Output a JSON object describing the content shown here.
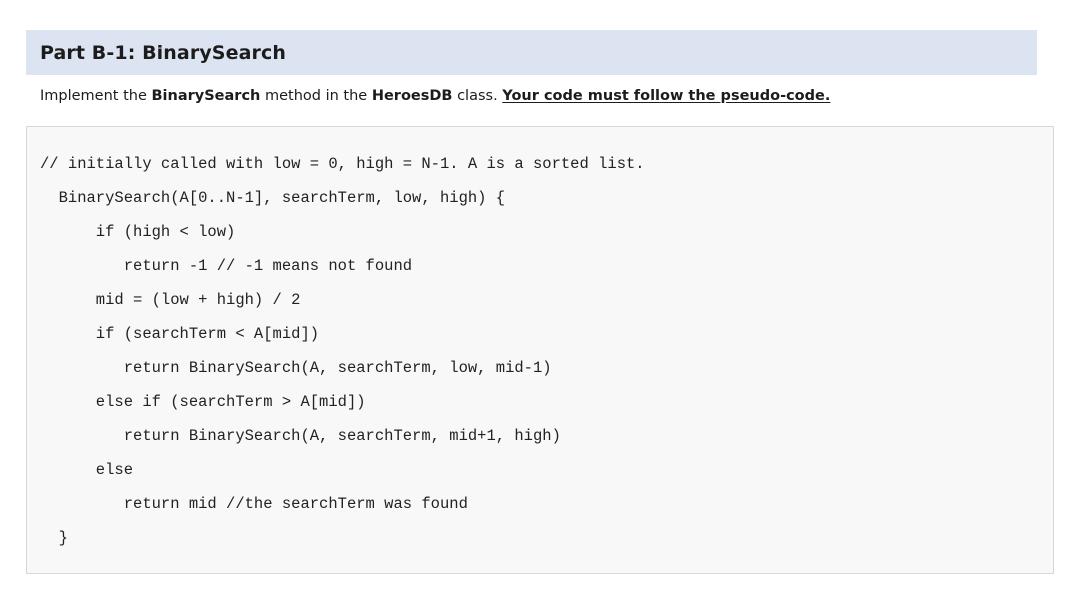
{
  "section": {
    "header_title": "Part B-1: BinarySearch",
    "header_background": "#dce4f1"
  },
  "instruction": {
    "part1": "Implement the ",
    "bold1": "BinarySearch",
    "part2": " method in the ",
    "bold2": "HeroesDB",
    "part3": " class. ",
    "underlined_bold": "Your code must follow the pseudo-code."
  },
  "code_block": {
    "background": "#f8f8f8",
    "border_color": "#d7d7d7",
    "text_color": "#222222",
    "lines": [
      "// initially called with low = 0, high = N-1. A is a sorted list.",
      "  BinarySearch(A[0..N-1], searchTerm, low, high) {",
      "      if (high < low)",
      "         return -1 // -1 means not found",
      "      mid = (low + high) / 2",
      "      if (searchTerm < A[mid])",
      "         return BinarySearch(A, searchTerm, low, mid-1)",
      "      else if (searchTerm > A[mid])",
      "         return BinarySearch(A, searchTerm, mid+1, high)",
      "      else",
      "         return mid //the searchTerm was found",
      "  }"
    ]
  }
}
